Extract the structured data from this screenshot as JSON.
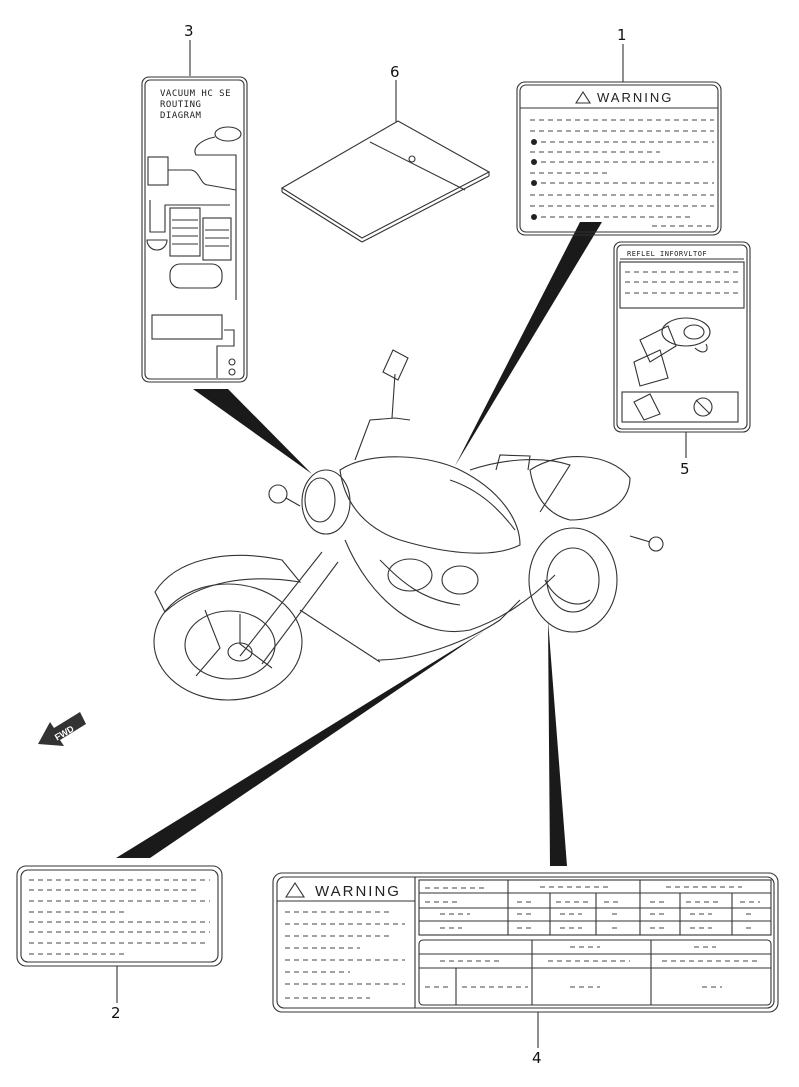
{
  "callouts": {
    "c1": "1",
    "c2": "2",
    "c3": "3",
    "c4": "4",
    "c5": "5",
    "c6": "6"
  },
  "label1": {
    "heading": "WARNING"
  },
  "label3": {
    "title_line1": "VACUUM HC SE",
    "title_line2": "ROUTING",
    "title_line3": "DIAGRAM"
  },
  "label4": {
    "heading": "WARNING"
  },
  "label5": {
    "heading": "REFLEL INFORVLTOF"
  },
  "direction": {
    "text": "FWD"
  }
}
